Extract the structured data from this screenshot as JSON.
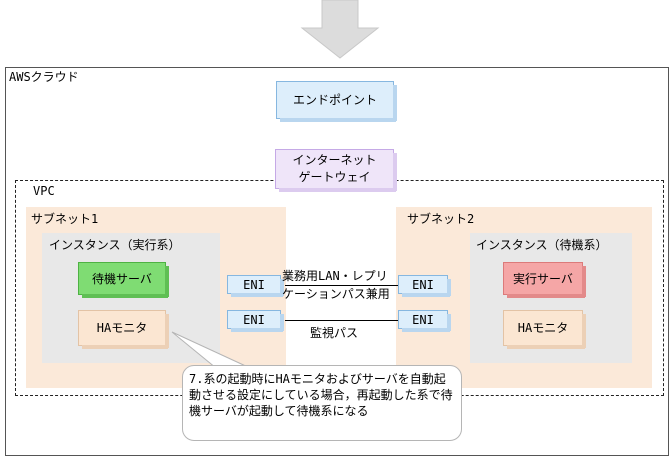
{
  "cloud_label": "AWSクラウド",
  "endpoint_label": "エンドポイント",
  "igw_label": [
    "インターネット",
    "ゲートウェイ"
  ],
  "vpc_label": "VPC",
  "subnet1": {
    "label": "サブネット1",
    "instance_label": "インスタンス（実行系）",
    "server_label": "待機サーバ",
    "ha_label": "HAモニタ"
  },
  "subnet2": {
    "label": "サブネット2",
    "instance_label": "インスタンス（待機系）",
    "server_label": "実行サーバ",
    "ha_label": "HAモニタ"
  },
  "eni_label": "ENI",
  "link1_label": [
    "業務用LAN・レプリ",
    "ケーションパス兼用"
  ],
  "link2_label": "監視パス",
  "callout_text": "7.系の起動時にHAモニタおよびサーバを自動起動させる設定にしている場合，再起動した系で待機サーバが起動して待機系になる",
  "colors": {
    "subnet_bg": "#fbe9d9",
    "instance_bg": "#e8e8e8",
    "standby_server": "#7fdc73",
    "exec_server": "#f5a6a6",
    "endpoint": "#ddeefb",
    "igw": "#efe5f9"
  }
}
